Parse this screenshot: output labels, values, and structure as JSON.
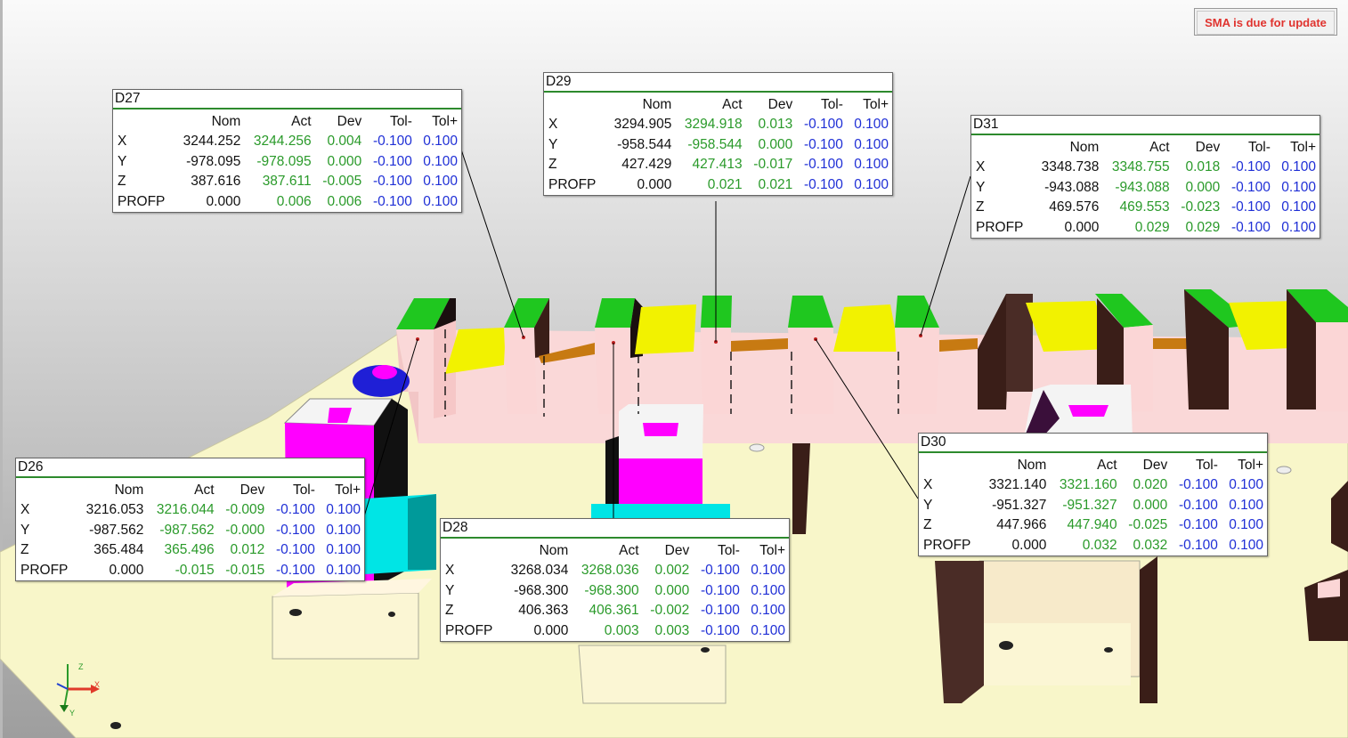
{
  "notice": {
    "text": "SMA is due for update"
  },
  "triad": {
    "x": "X",
    "y": "Y",
    "z": "Z"
  },
  "columns": [
    "Nom",
    "Act",
    "Dev",
    "Tol-",
    "Tol+"
  ],
  "labels": {
    "D26": {
      "title": "D26",
      "rows": [
        {
          "axis": "X",
          "nom": "3216.053",
          "act": "3216.044",
          "dev": "-0.009",
          "tolm": "-0.100",
          "tolp": "0.100"
        },
        {
          "axis": "Y",
          "nom": "-987.562",
          "act": "-987.562",
          "dev": "-0.000",
          "tolm": "-0.100",
          "tolp": "0.100"
        },
        {
          "axis": "Z",
          "nom": "365.484",
          "act": "365.496",
          "dev": "0.012",
          "tolm": "-0.100",
          "tolp": "0.100"
        },
        {
          "axis": "PROFP",
          "nom": "0.000",
          "act": "-0.015",
          "dev": "-0.015",
          "tolm": "-0.100",
          "tolp": "0.100"
        }
      ]
    },
    "D27": {
      "title": "D27",
      "rows": [
        {
          "axis": "X",
          "nom": "3244.252",
          "act": "3244.256",
          "dev": "0.004",
          "tolm": "-0.100",
          "tolp": "0.100"
        },
        {
          "axis": "Y",
          "nom": "-978.095",
          "act": "-978.095",
          "dev": "0.000",
          "tolm": "-0.100",
          "tolp": "0.100"
        },
        {
          "axis": "Z",
          "nom": "387.616",
          "act": "387.611",
          "dev": "-0.005",
          "tolm": "-0.100",
          "tolp": "0.100"
        },
        {
          "axis": "PROFP",
          "nom": "0.000",
          "act": "0.006",
          "dev": "0.006",
          "tolm": "-0.100",
          "tolp": "0.100"
        }
      ]
    },
    "D28": {
      "title": "D28",
      "rows": [
        {
          "axis": "X",
          "nom": "3268.034",
          "act": "3268.036",
          "dev": "0.002",
          "tolm": "-0.100",
          "tolp": "0.100"
        },
        {
          "axis": "Y",
          "nom": "-968.300",
          "act": "-968.300",
          "dev": "0.000",
          "tolm": "-0.100",
          "tolp": "0.100"
        },
        {
          "axis": "Z",
          "nom": "406.363",
          "act": "406.361",
          "dev": "-0.002",
          "tolm": "-0.100",
          "tolp": "0.100"
        },
        {
          "axis": "PROFP",
          "nom": "0.000",
          "act": "0.003",
          "dev": "0.003",
          "tolm": "-0.100",
          "tolp": "0.100"
        }
      ]
    },
    "D29": {
      "title": "D29",
      "rows": [
        {
          "axis": "X",
          "nom": "3294.905",
          "act": "3294.918",
          "dev": "0.013",
          "tolm": "-0.100",
          "tolp": "0.100"
        },
        {
          "axis": "Y",
          "nom": "-958.544",
          "act": "-958.544",
          "dev": "0.000",
          "tolm": "-0.100",
          "tolp": "0.100"
        },
        {
          "axis": "Z",
          "nom": "427.429",
          "act": "427.413",
          "dev": "-0.017",
          "tolm": "-0.100",
          "tolp": "0.100"
        },
        {
          "axis": "PROFP",
          "nom": "0.000",
          "act": "0.021",
          "dev": "0.021",
          "tolm": "-0.100",
          "tolp": "0.100"
        }
      ]
    },
    "D30": {
      "title": "D30",
      "rows": [
        {
          "axis": "X",
          "nom": "3321.140",
          "act": "3321.160",
          "dev": "0.020",
          "tolm": "-0.100",
          "tolp": "0.100"
        },
        {
          "axis": "Y",
          "nom": "-951.327",
          "act": "-951.327",
          "dev": "0.000",
          "tolm": "-0.100",
          "tolp": "0.100"
        },
        {
          "axis": "Z",
          "nom": "447.966",
          "act": "447.940",
          "dev": "-0.025",
          "tolm": "-0.100",
          "tolp": "0.100"
        },
        {
          "axis": "PROFP",
          "nom": "0.000",
          "act": "0.032",
          "dev": "0.032",
          "tolm": "-0.100",
          "tolp": "0.100"
        }
      ]
    },
    "D31": {
      "title": "D31",
      "rows": [
        {
          "axis": "X",
          "nom": "3348.738",
          "act": "3348.755",
          "dev": "0.018",
          "tolm": "-0.100",
          "tolp": "0.100"
        },
        {
          "axis": "Y",
          "nom": "-943.088",
          "act": "-943.088",
          "dev": "0.000",
          "tolm": "-0.100",
          "tolp": "0.100"
        },
        {
          "axis": "Z",
          "nom": "469.576",
          "act": "469.553",
          "dev": "-0.023",
          "tolm": "-0.100",
          "tolp": "0.100"
        },
        {
          "axis": "PROFP",
          "nom": "0.000",
          "act": "0.029",
          "dev": "0.029",
          "tolm": "-0.100",
          "tolp": "0.100"
        }
      ]
    }
  },
  "colors": {
    "actual_value": "#2a9a2a",
    "tolerance_value": "#1f2fd6",
    "title_rule": "#2d8a2d",
    "notice_text": "#e0332e",
    "part_green": "#1fc71f",
    "part_yellow": "#f2f200",
    "part_pink": "#f9d3d3",
    "fixture_magenta": "#ff00ff",
    "fixture_cyan": "#00e5e5",
    "base_plate": "#f8f6c9"
  }
}
